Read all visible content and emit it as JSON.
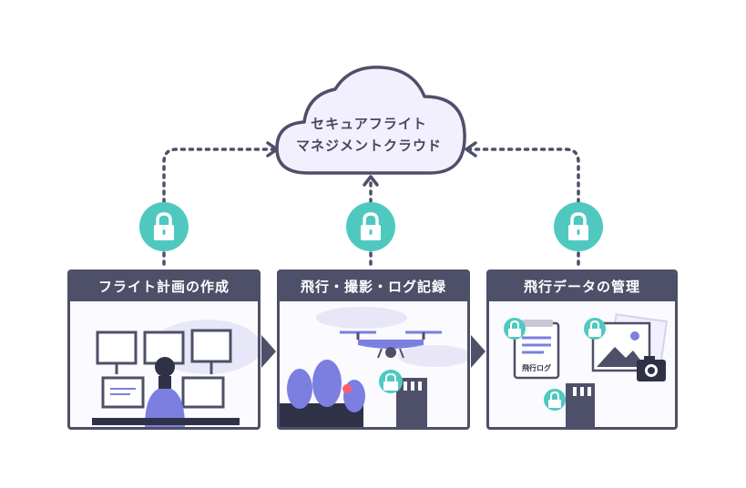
{
  "cloud": {
    "line1": "セキュアフライト",
    "line2": "マネジメントクラウド"
  },
  "panels": [
    {
      "title": "フライト計画の作成"
    },
    {
      "title": "飛行・撮影・ログ記録"
    },
    {
      "title": "飛行データの管理"
    }
  ],
  "log_card_label": "飛行ログ",
  "colors": {
    "navy": "#4e5069",
    "teal": "#4fc9c0",
    "purple": "#7b7fe0",
    "cloud_fill": "#f1f0fc"
  },
  "icons": [
    "cloud-icon",
    "lock-icon",
    "monitor-icon",
    "person-icon",
    "drone-icon",
    "tree-icon",
    "sd-card-icon",
    "document-icon",
    "photo-icon",
    "camera-icon",
    "chevron-right-icon"
  ]
}
